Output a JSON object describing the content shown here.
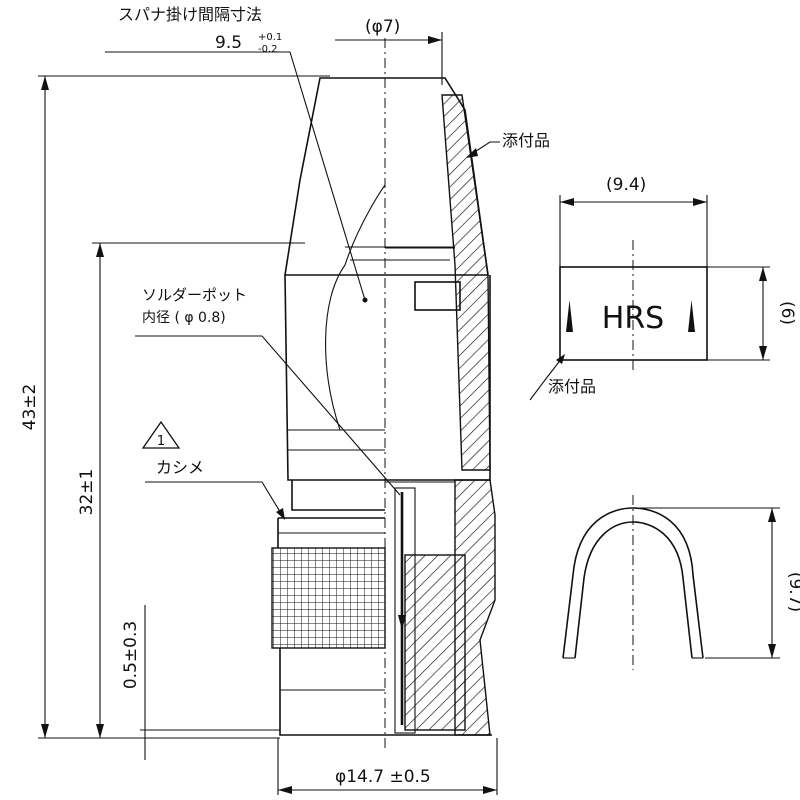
{
  "labels": {
    "wrench_title": "スパナ掛け間隔寸法",
    "wrench_value": "9.5",
    "wrench_tol_plus": "+0.1",
    "wrench_tol_minus": "-0.2",
    "phi7": "(φ7)",
    "accessory_top": "添付品",
    "dim_9_4": "(9.4)",
    "dim_6": "(6)",
    "accessory_mid": "添付品",
    "solder_pot": "ソルダーポット",
    "solder_inner": "内径 ( φ 0.8)",
    "crimp_num": "1",
    "crimp": "カシメ",
    "dim_43": "43±2",
    "dim_32": "32±1",
    "dim_05": "0.5±0.3",
    "dim_9_7": "(9.7)",
    "dim_phi14_7": "φ14.7 ±0.5",
    "insert_marking": "HRS"
  },
  "icons": {
    "crimp_triangle": "warning-triangle-icon",
    "arrow_marks": "triangle-marker-icon"
  },
  "colors": {
    "line": "#111111",
    "background": "#ffffff"
  }
}
